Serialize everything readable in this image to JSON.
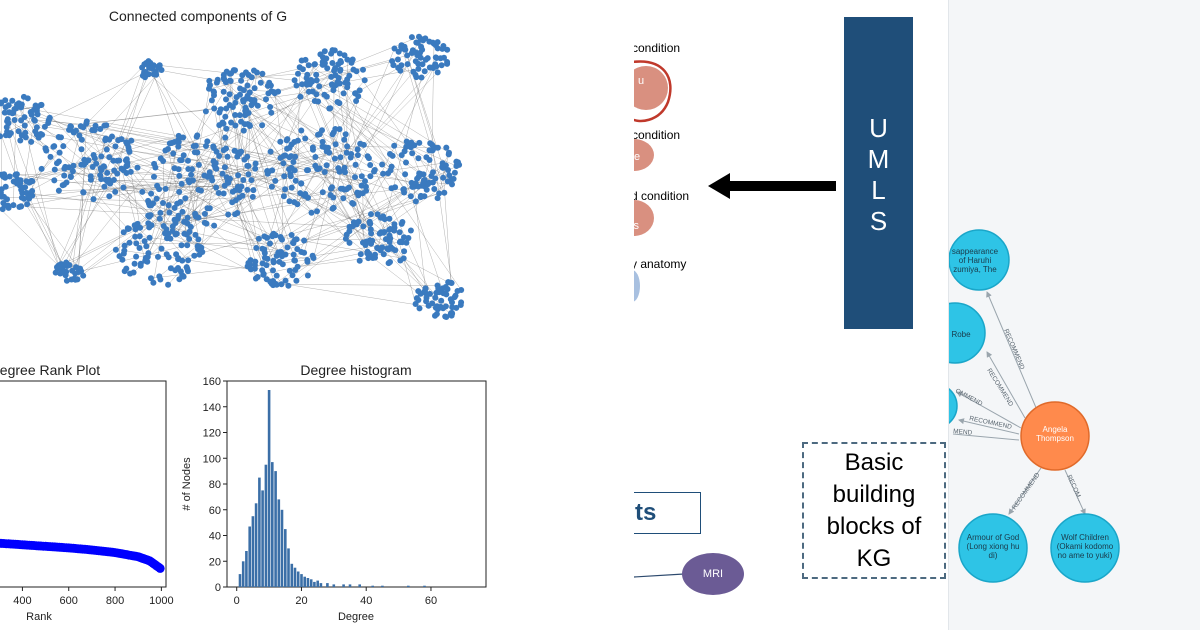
{
  "left": {
    "graph_title": "Connected components of G",
    "rank_plot": {
      "title": "egree Rank Plot",
      "xlabel": "Rank",
      "x_ticks": [
        "400",
        "600",
        "800",
        "1000"
      ]
    },
    "histogram": {
      "title": "Degree histogram",
      "xlabel": "Degree",
      "ylabel": "# of Nodes",
      "x_ticks": [
        "0",
        "20",
        "40",
        "60"
      ],
      "y_ticks": [
        "0",
        "20",
        "40",
        "60",
        "80",
        "100",
        "120",
        "140",
        "160"
      ]
    }
  },
  "middle": {
    "conditions": [
      "condition",
      "condition",
      "d condition",
      "y anatomy"
    ],
    "node_fragments": [
      "u",
      "e",
      "ss"
    ],
    "umls_letters": [
      "U",
      "M",
      "L",
      "S"
    ],
    "sts_label": "ts",
    "mri_label": "MRI",
    "kg_box_text": "Basic\nbuilding\nblocks of\nKG"
  },
  "right": {
    "nodes": {
      "top": "sappearance\nof Haruhi\nzumiya, The",
      "robe": "Robe",
      "center": "Angela\nThompson",
      "armour": "Armour of God\n(Long xiong hu\ndi)",
      "wolf": "Wolf Children\n(Okami kodomo\nno ame to yuki)"
    },
    "edge_labels": [
      "RECOMMEND",
      "RECOMMEND",
      "OMMEND",
      "RECOMMEND",
      "MEND",
      "RECOMMEND",
      "RECOM..."
    ]
  },
  "chart_data": [
    {
      "type": "scatter",
      "title": "egree Rank Plot",
      "xlabel": "Rank",
      "xlim": [
        260,
        1020
      ],
      "x": [
        300,
        400,
        500,
        600,
        700,
        800,
        900,
        950,
        1000
      ],
      "y": [
        9,
        8.7,
        8.4,
        8.1,
        7.7,
        7.2,
        6.4,
        5.6,
        4
      ],
      "colors": {
        "series": "#0000ff"
      }
    },
    {
      "type": "bar",
      "title": "Degree histogram",
      "xlabel": "Degree",
      "ylabel": "# of Nodes",
      "xlim": [
        -3,
        77
      ],
      "ylim": [
        0,
        160
      ],
      "x": [
        1,
        2,
        3,
        4,
        5,
        6,
        7,
        8,
        9,
        10,
        11,
        12,
        13,
        14,
        15,
        16,
        17,
        18,
        19,
        20,
        21,
        22,
        23,
        24,
        25,
        26,
        28,
        30,
        33,
        35,
        38,
        42,
        45,
        53,
        58
      ],
      "values": [
        10,
        20,
        28,
        47,
        55,
        65,
        85,
        75,
        95,
        153,
        97,
        90,
        68,
        60,
        45,
        30,
        18,
        15,
        12,
        10,
        8,
        7,
        6,
        4,
        5,
        3,
        3,
        2,
        2,
        2,
        2,
        1,
        1,
        1,
        1
      ],
      "colors": {
        "bars": "#3b6fa7"
      }
    }
  ]
}
